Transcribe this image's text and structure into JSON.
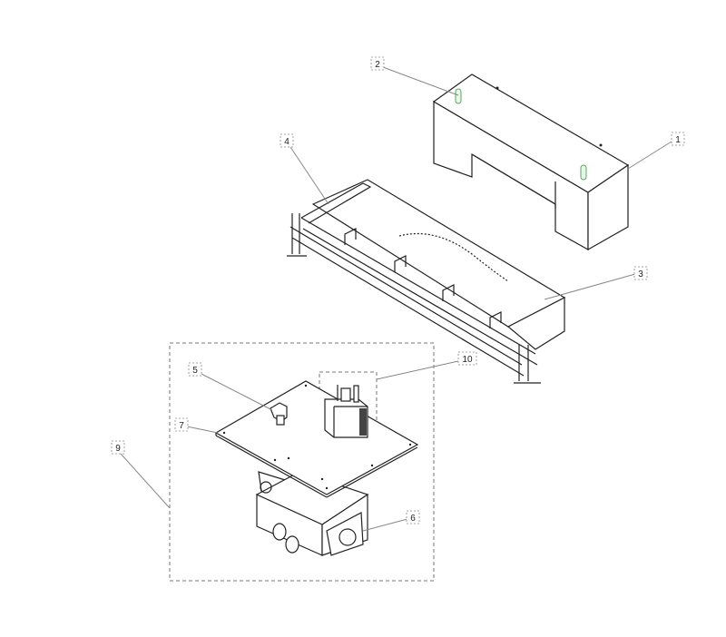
{
  "diagram": {
    "type": "exploded-parts-view",
    "callouts": {
      "c1": "1",
      "c2": "2",
      "c3": "3",
      "c4": "4",
      "c5": "5",
      "c6": "6",
      "c7": "7",
      "c9": "9",
      "c10": "10"
    },
    "colors": {
      "line": "#222222",
      "leader": "#888888",
      "pin": "#5aa860"
    }
  }
}
